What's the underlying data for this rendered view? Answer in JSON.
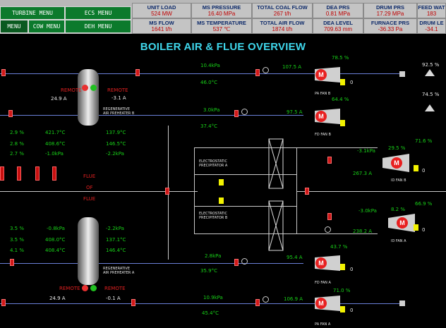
{
  "nav": {
    "turbine": "TURBINE MENU",
    "ecs": "ECS MENU",
    "menu": "MENU",
    "cow": "COW MENU",
    "deh": "DEH MENU"
  },
  "metrics": [
    {
      "label": "UNIT LOAD",
      "value": "524",
      "unit": "MW"
    },
    {
      "label": "MS PRESSURE",
      "value": "16.40",
      "unit": "MPa"
    },
    {
      "label": "TOTAL COAL FLOW",
      "value": "267",
      "unit": "t/h"
    },
    {
      "label": "DEA PRS",
      "value": "0.81",
      "unit": "MPa"
    },
    {
      "label": "DRUM PRS",
      "value": "17.29",
      "unit": "MPa"
    },
    {
      "label": "FEED WAT",
      "value": "183",
      "unit": ""
    },
    {
      "label": "MS FLOW",
      "value": "1641",
      "unit": "t/h"
    },
    {
      "label": "MS TEMPERATURE",
      "value": "537",
      "unit": "℃"
    },
    {
      "label": "TOTAL AIR FLOW",
      "value": "1874",
      "unit": "t/h"
    },
    {
      "label": "DEA LEVEL",
      "value": "709.63",
      "unit": "mm"
    },
    {
      "label": "FURNACE PRS",
      "value": "-36.33",
      "unit": "Pa"
    },
    {
      "label": "DRUM LE",
      "value": "-34.1",
      "unit": ""
    }
  ],
  "title": "BOILER AIR & FLUE OVERVIEW",
  "diagram": {
    "top": {
      "p1": "10.4kPa",
      "t1": "46.0°C",
      "amp": "107.5 A",
      "pct": "78.5 %",
      "fanpct": "64.4 %",
      "zero": "0",
      "fan": "PA FAN B",
      "rpct": "92.5 %",
      "rpct2": "74.5 %"
    },
    "aphB": {
      "remote1": "REMOTE",
      "remote2": "REMOTE",
      "amp1": "24.9 A",
      "amp2": "-3.1 A",
      "label": "REGENERATIVE\nAIR PREHEATER B",
      "p": "3.0kPa",
      "t": "37.4°C",
      "amp3": "97.5 A",
      "fd": "FD FAN B"
    },
    "leftB": [
      "2.9 %",
      "2.8 %",
      "2.7 %"
    ],
    "midB": [
      "421.7°C",
      "408.6°C",
      "-1.0kPa"
    ],
    "rightB": [
      "137.9°C",
      "146.5°C",
      "-2.2kPa"
    ],
    "esp": {
      "a": "ELECTROSTATIC\nPRECIPITATOR A",
      "b": "ELECTROSTATIC\nPRECIPITATOR B"
    },
    "idB": {
      "p": "-3.1kPa",
      "pct": "29.5 %",
      "amp": "267.3 A",
      "fanpct": "71.6 %",
      "zero": "0",
      "name": "ID FAN B"
    },
    "idA": {
      "p": "-3.0kPa",
      "pct": "8.2 %",
      "amp": "238.2 A",
      "fanpct": "66.9 %",
      "zero": "0",
      "name": "ID FAN A"
    },
    "flue": [
      "FLUE",
      "OF",
      "FLUE"
    ],
    "leftA": [
      "3.5 %",
      "3.5 %",
      "4.1 %"
    ],
    "midA": [
      "-0.8kPa",
      "408.0°C",
      "408.4°C"
    ],
    "rightA": [
      "-2.2kPa",
      "137.1°C",
      "146.4°C"
    ],
    "aphA": {
      "label": "REGENERATIVE\nAIR PREHEATER A",
      "p": "2.8kPa",
      "t": "35.9°C",
      "amp": "95.4 A",
      "pct": "43.7 %",
      "zero": "0",
      "fd": "FD FAN A",
      "remote1": "REMOTE",
      "remote2": "REMOTE",
      "amp1": "24.9 A",
      "amp2": "-0.1 A"
    },
    "bottom": {
      "p": "10.9kPa",
      "t": "45.4°C",
      "amp": "106.9 A",
      "pct": "71.0 %",
      "zero": "0",
      "fan": "PA FAN A"
    }
  }
}
